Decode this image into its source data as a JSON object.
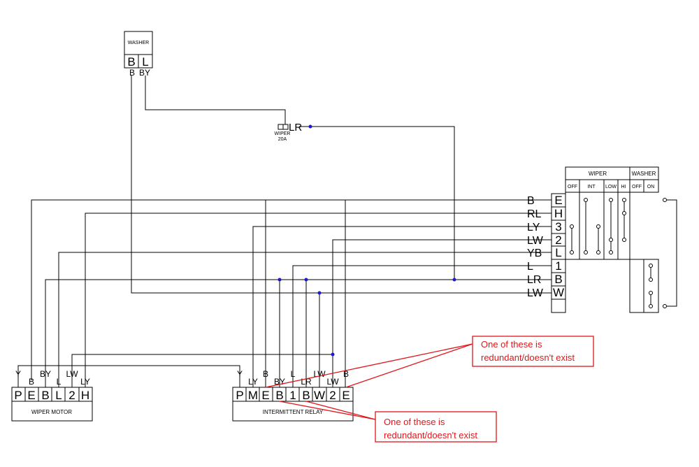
{
  "washer": {
    "title": "WASHER",
    "pins": [
      "B",
      "L"
    ],
    "wires": [
      "B",
      "BY"
    ]
  },
  "fuse": {
    "label": "WIPER",
    "rating": "20A",
    "wire": "LR"
  },
  "switch": {
    "headers": {
      "wiper": "WIPER",
      "washer": "WASHER"
    },
    "positions": [
      "OFF",
      "INT",
      "LOW",
      "HI",
      "OFF",
      "ON"
    ],
    "terminals": [
      "E",
      "H",
      "3",
      "2",
      "L",
      "1",
      "B",
      "W"
    ],
    "wires": [
      "B",
      "RL",
      "LY",
      "LW",
      "YB",
      "L",
      "LR",
      "LW"
    ]
  },
  "wiper_motor": {
    "title": "WIPER MOTOR",
    "pins": [
      "P",
      "E",
      "B",
      "L",
      "2",
      "H"
    ],
    "wires": [
      "Y",
      "B",
      "BY",
      "L",
      "LW",
      "LY"
    ]
  },
  "relay": {
    "title": "INTERMITTENT RELAY",
    "pins": [
      "P",
      "M",
      "E",
      "B",
      "1",
      "B",
      "W",
      "2",
      "E"
    ],
    "wires": [
      "Y",
      "LY",
      "B",
      "BY",
      "L",
      "LR",
      "LW",
      "LW",
      "B"
    ]
  },
  "notes": [
    "One of these is redundant/doesn't exist",
    "One of these is redundant/doesn't exist"
  ]
}
